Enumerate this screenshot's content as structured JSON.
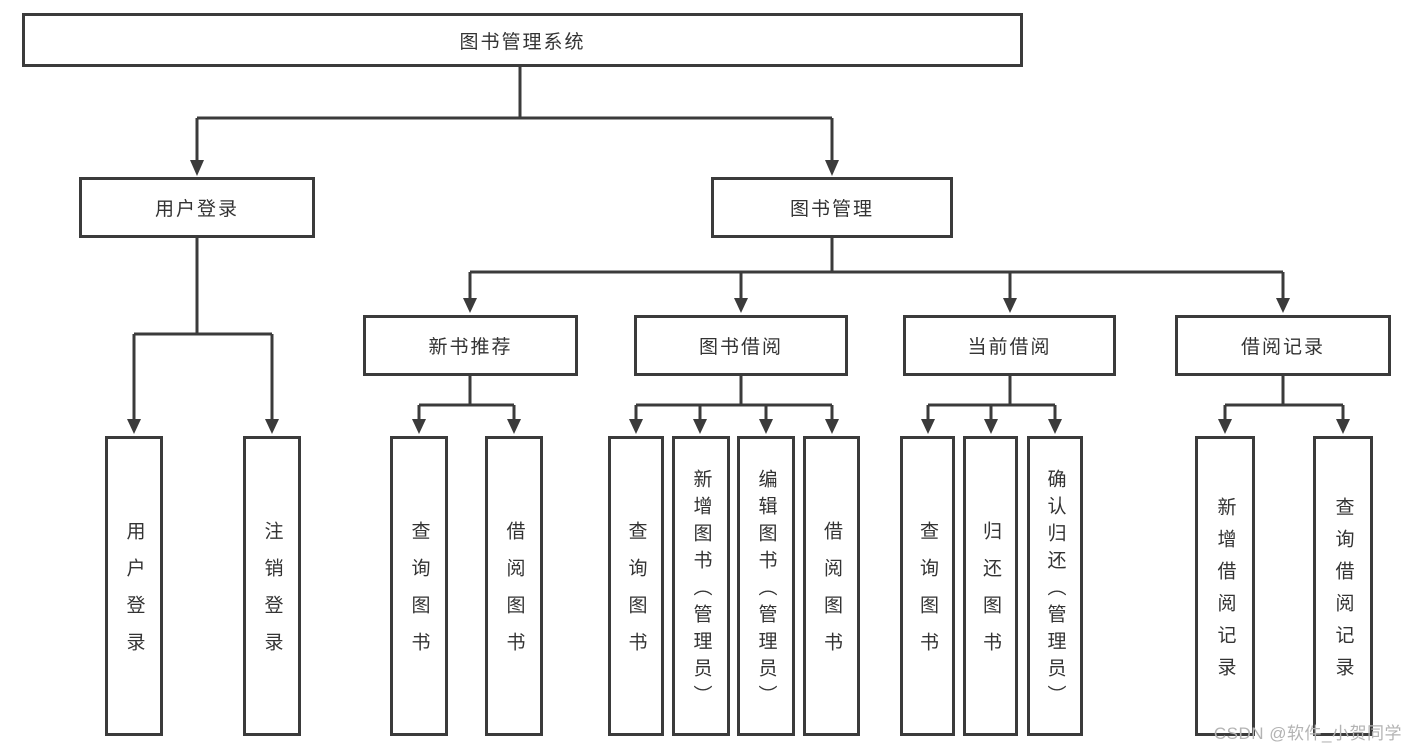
{
  "tree": {
    "label": "图书管理系统",
    "children": [
      {
        "label": "用户登录",
        "children": [
          {
            "label": "用户登录"
          },
          {
            "label": "注销登录"
          }
        ]
      },
      {
        "label": "图书管理",
        "children": [
          {
            "label": "新书推荐",
            "children": [
              {
                "label": "查询图书"
              },
              {
                "label": "借阅图书"
              }
            ]
          },
          {
            "label": "图书借阅",
            "children": [
              {
                "label": "查询图书"
              },
              {
                "label": "新增图书（管理员）"
              },
              {
                "label": "编辑图书（管理员）"
              },
              {
                "label": "借阅图书"
              }
            ]
          },
          {
            "label": "当前借阅",
            "children": [
              {
                "label": "查询图书"
              },
              {
                "label": "归还图书"
              },
              {
                "label": "确认归还（管理员）"
              }
            ]
          },
          {
            "label": "借阅记录",
            "children": [
              {
                "label": "新增借阅记录"
              },
              {
                "label": "查询借阅记录"
              }
            ]
          }
        ]
      }
    ]
  },
  "watermark": {
    "text": "CSDN @软件_小贺同学"
  },
  "colors": {
    "line": "#3b3b3b",
    "text": "#333333",
    "background": "#ffffff",
    "watermark": "#b3b3b3"
  }
}
